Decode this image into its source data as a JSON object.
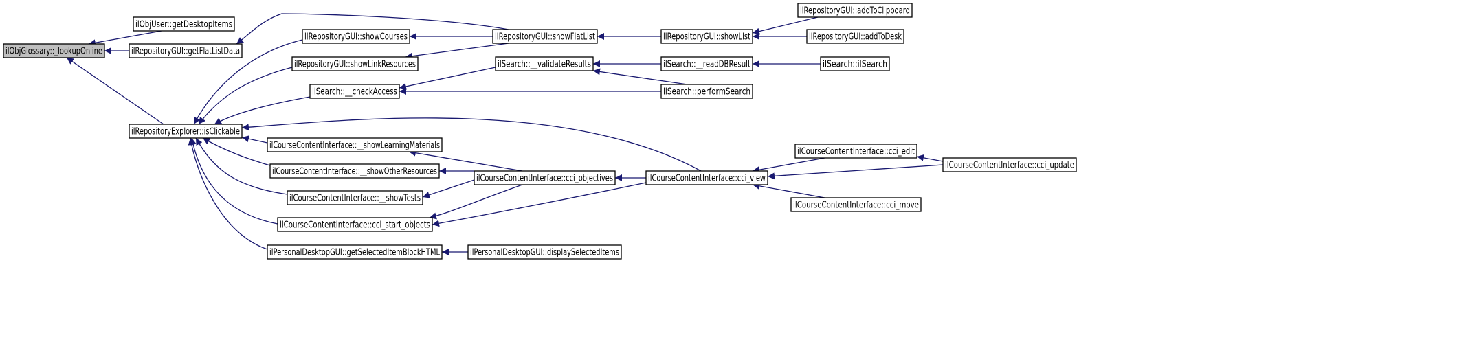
{
  "diagram": {
    "root_id": "lookup_online",
    "colors": {
      "edge": "#191970",
      "root_fill": "#bfbfbf",
      "node_fill": "#ffffff",
      "node_stroke": "#000000"
    },
    "nodes": [
      {
        "id": "lookup_online",
        "label": "ilObjGlossary::_lookupOnline"
      },
      {
        "id": "get_desktop_items",
        "label": "ilObjUser::getDesktopItems"
      },
      {
        "id": "get_flat_list_data",
        "label": "ilRepositoryGUI::getFlatListData"
      },
      {
        "id": "is_clickable",
        "label": "ilRepositoryExplorer::isClickable"
      },
      {
        "id": "show_courses",
        "label": "ilRepositoryGUI::showCourses"
      },
      {
        "id": "show_link_resources",
        "label": "ilRepositoryGUI::showLinkResources"
      },
      {
        "id": "check_access",
        "label": "ilSearch::__checkAccess"
      },
      {
        "id": "show_learning_materials",
        "label": "ilCourseContentInterface::__showLearningMaterials"
      },
      {
        "id": "show_other_resources",
        "label": "ilCourseContentInterface::__showOtherResources"
      },
      {
        "id": "show_tests",
        "label": "ilCourseContentInterface::__showTests"
      },
      {
        "id": "cci_start_objects",
        "label": "ilCourseContentInterface::cci_start_objects"
      },
      {
        "id": "get_selected_item_block_html",
        "label": "ilPersonalDesktopGUI::getSelectedItemBlockHTML"
      },
      {
        "id": "show_flat_list",
        "label": "ilRepositoryGUI::showFlatList"
      },
      {
        "id": "validate_results",
        "label": "ilSearch::__validateResults"
      },
      {
        "id": "cci_objectives",
        "label": "ilCourseContentInterface::cci_objectives"
      },
      {
        "id": "display_selected_items",
        "label": "ilPersonalDesktopGUI::displaySelectedItems"
      },
      {
        "id": "show_list",
        "label": "ilRepositoryGUI::showList"
      },
      {
        "id": "read_db_result",
        "label": "ilSearch::__readDBResult"
      },
      {
        "id": "perform_search",
        "label": "ilSearch::performSearch"
      },
      {
        "id": "cci_view",
        "label": "ilCourseContentInterface::cci_view"
      },
      {
        "id": "add_to_clipboard",
        "label": "ilRepositoryGUI::addToClipboard"
      },
      {
        "id": "add_to_desk",
        "label": "ilRepositoryGUI::addToDesk"
      },
      {
        "id": "il_search",
        "label": "ilSearch::ilSearch"
      },
      {
        "id": "cci_edit",
        "label": "ilCourseContentInterface::cci_edit"
      },
      {
        "id": "cci_move",
        "label": "ilCourseContentInterface::cci_move"
      },
      {
        "id": "cci_update",
        "label": "ilCourseContentInterface::cci_update"
      }
    ],
    "edges": [
      {
        "from": "get_desktop_items",
        "to": "lookup_online"
      },
      {
        "from": "get_flat_list_data",
        "to": "lookup_online"
      },
      {
        "from": "is_clickable",
        "to": "lookup_online"
      },
      {
        "from": "show_flat_list",
        "to": "get_flat_list_data"
      },
      {
        "from": "show_courses",
        "to": "is_clickable"
      },
      {
        "from": "show_link_resources",
        "to": "is_clickable"
      },
      {
        "from": "check_access",
        "to": "is_clickable"
      },
      {
        "from": "show_learning_materials",
        "to": "is_clickable"
      },
      {
        "from": "show_other_resources",
        "to": "is_clickable"
      },
      {
        "from": "show_tests",
        "to": "is_clickable"
      },
      {
        "from": "cci_start_objects",
        "to": "is_clickable"
      },
      {
        "from": "get_selected_item_block_html",
        "to": "is_clickable"
      },
      {
        "from": "cci_view",
        "to": "is_clickable"
      },
      {
        "from": "show_flat_list",
        "to": "show_courses"
      },
      {
        "from": "show_flat_list",
        "to": "show_link_resources"
      },
      {
        "from": "validate_results",
        "to": "check_access"
      },
      {
        "from": "perform_search",
        "to": "check_access"
      },
      {
        "from": "cci_objectives",
        "to": "show_learning_materials"
      },
      {
        "from": "cci_objectives",
        "to": "show_other_resources"
      },
      {
        "from": "cci_objectives",
        "to": "show_tests"
      },
      {
        "from": "cci_objectives",
        "to": "cci_start_objects"
      },
      {
        "from": "cci_view",
        "to": "cci_start_objects"
      },
      {
        "from": "display_selected_items",
        "to": "get_selected_item_block_html"
      },
      {
        "from": "show_list",
        "to": "show_flat_list"
      },
      {
        "from": "read_db_result",
        "to": "validate_results"
      },
      {
        "from": "perform_search",
        "to": "validate_results"
      },
      {
        "from": "cci_view",
        "to": "cci_objectives"
      },
      {
        "from": "add_to_clipboard",
        "to": "show_list"
      },
      {
        "from": "add_to_desk",
        "to": "show_list"
      },
      {
        "from": "il_search",
        "to": "read_db_result"
      },
      {
        "from": "cci_edit",
        "to": "cci_view"
      },
      {
        "from": "cci_move",
        "to": "cci_view"
      },
      {
        "from": "cci_update",
        "to": "cci_view"
      },
      {
        "from": "cci_update",
        "to": "cci_edit"
      }
    ]
  }
}
